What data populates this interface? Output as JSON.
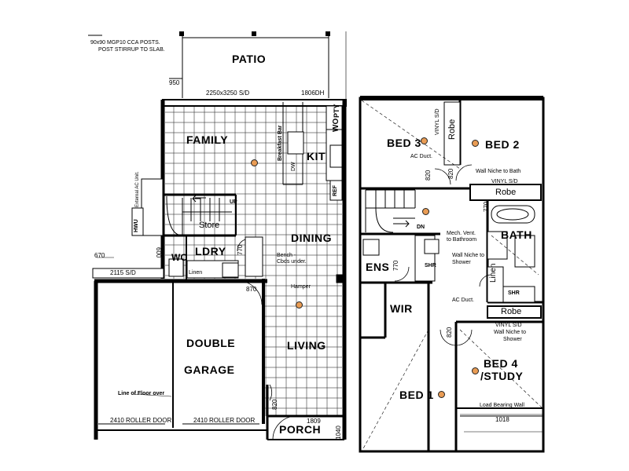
{
  "ground_floor": {
    "notes": {
      "posts": "90x90 MGP10 CCA POSTS.",
      "stirrup": "POST STIRRUP TO SLAB.",
      "external_ac": "External AC Unit.",
      "hwu": "HWU",
      "bench": "Bench -",
      "cbds": "Cbds under.",
      "hamper": "Hamper",
      "line_floor": "Line of Floor over",
      "linen": "Linen",
      "store": "Store",
      "up": "UP",
      "breakfast_bar": "Breakfast Bar",
      "dw": "DW"
    },
    "rooms": {
      "patio": "PATIO",
      "family": "FAMILY",
      "kit": "KIT",
      "dining": "DINING",
      "ldry": "LDRY",
      "wc": "WC",
      "double": "DOUBLE",
      "garage": "GARAGE",
      "living": "LIVING",
      "porch": "PORCH",
      "wo": "WO",
      "pty": "PTY",
      "ref": "REF"
    },
    "dims": {
      "d950": "950",
      "slider": "2250x3250 S/D",
      "dh": "1806DH",
      "d670": "670",
      "d600": "600",
      "sd2115": "2115 S/D",
      "d770": "770",
      "d870": "870",
      "d820": "820",
      "d1809": "1809",
      "d1040": "1040",
      "roller1": "2410 ROLLER DOOR",
      "roller2": "2410 ROLLER DOOR"
    }
  },
  "upper_floor": {
    "rooms": {
      "bed3": "BED 3",
      "bed2": "BED 2",
      "robe1": "Robe",
      "robe2": "Robe",
      "robe3": "Robe",
      "bath": "BATH",
      "ens": "ENS",
      "wir": "WIR",
      "bed1": "BED 1",
      "bed4a": "BED 4",
      "bed4b": "/STUDY",
      "linen": "Linen",
      "shr1": "SHR",
      "shr2": "SHR",
      "dn": "DN"
    },
    "notes": {
      "vinyl1": "VINYL S/D",
      "vinyl2": "VINYL S/D",
      "vinyl3": "VINYL S/D",
      "ac1": "AC Duct.",
      "ac2": "AC Duct.",
      "niche_bath": "Wall Niche to Bath",
      "mech": "Mech. Vent.",
      "to_bath": "to Bathroom",
      "niche_shower1": "Wall Niche to",
      "shower1": "Shower",
      "niche_shower2": "Wall Niche to",
      "shower2": "Shower",
      "load_wall": "Load Bearing Wall"
    },
    "dims": {
      "d820a": "820",
      "d820b": "820",
      "d820c": "820",
      "d770a": "770",
      "d770b": "770",
      "d1018": "1018"
    }
  },
  "colors": {
    "wall": "#000000",
    "light_fill": "#e99c54",
    "grid": "#333333"
  }
}
